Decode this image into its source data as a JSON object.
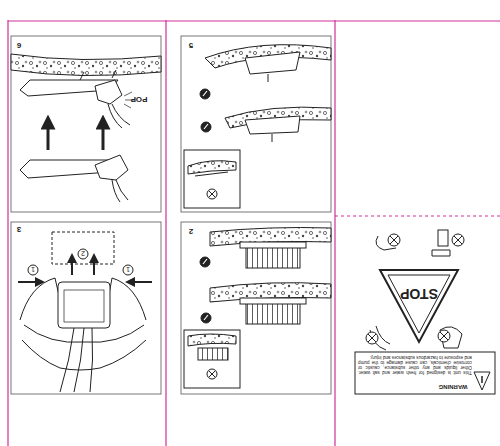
{
  "diagram": {
    "labels": [
      "6",
      "POP",
      "5",
      "3",
      "1",
      "2",
      "1",
      "2",
      "STOP",
      "WARNING",
      "This unit is designed for fresh water and salt water. Other liquids and any other substance, caustic or corrosive chemicals, can cause damage to the pump and exposure to hazardous substances and injury."
    ]
  }
}
